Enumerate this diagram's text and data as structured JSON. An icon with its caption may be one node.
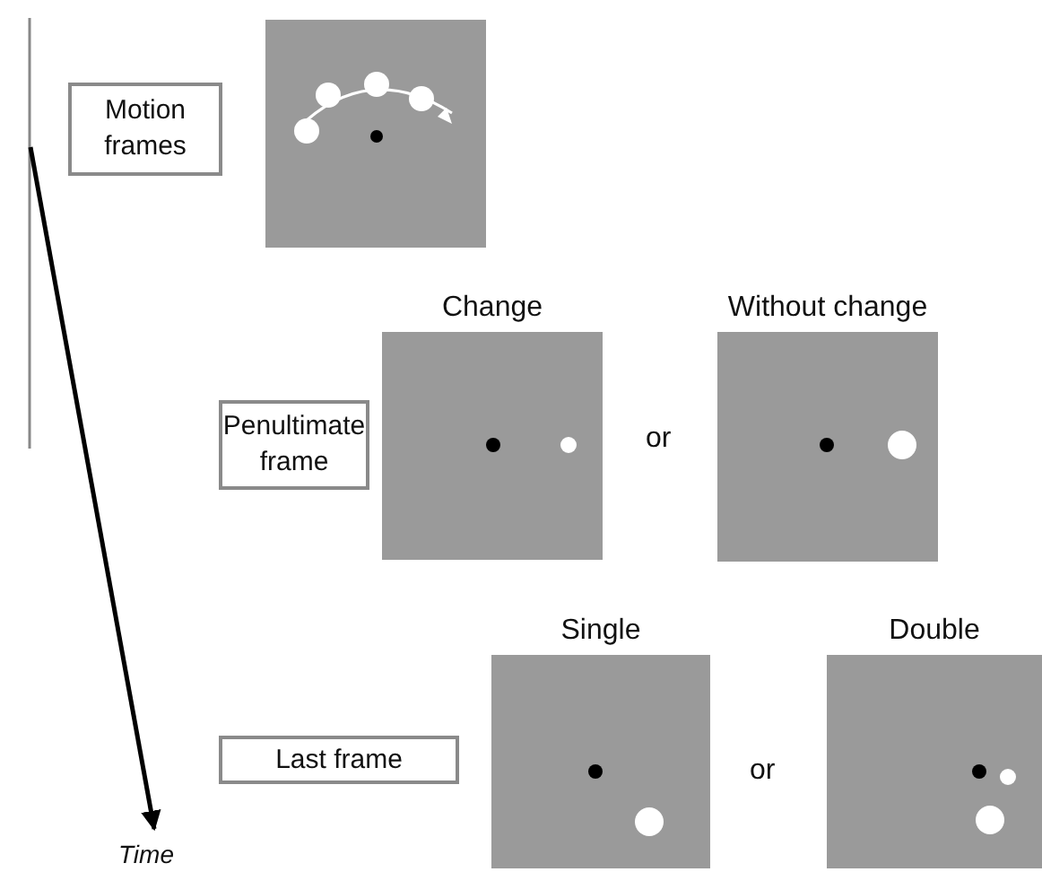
{
  "diagram": {
    "nodes": [
      {
        "text": [
          "Motion frames"
        ]
      },
      {
        "text": [],
        "shape": "box"
      },
      {
        "text": [
          "Penultimate frame"
        ]
      },
      {
        "text": [
          "Change"
        ]
      },
      {
        "text": [
          "Without change"
        ]
      },
      {
        "text": [
          "Last frame"
        ]
      },
      {
        "text": [
          "Single"
        ]
      },
      {
        "text": [
          "Double"
        ]
      }
    ],
    "labels": [
      "or",
      "or",
      "Time"
    ]
  }
}
